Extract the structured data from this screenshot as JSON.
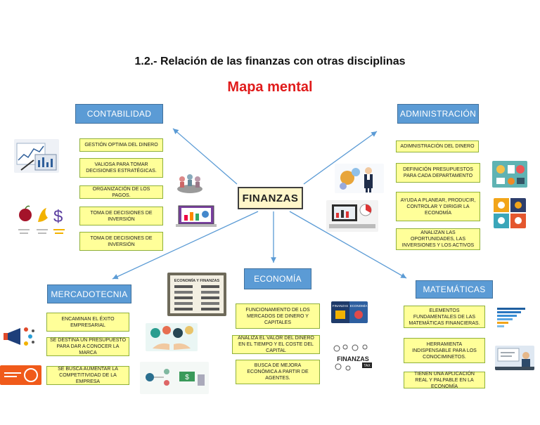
{
  "header": {
    "title": "1.2.- Relación de las finanzas con otras disciplinas",
    "subtitle": "Mapa mental"
  },
  "center": "FINANZAS",
  "colors": {
    "category_fill": "#5b9bd5",
    "item_fill": "#ffff99",
    "subtitle": "#e01b1b",
    "arrow": "#5b9bd5"
  },
  "branches": {
    "contabilidad": {
      "label": "CONTABILIDAD",
      "items": [
        "GESTIÓN OPTIMA DEL DINERO",
        "VALIOSA PARA TOMAR DECISIONES ESTRATÉGICAS.",
        "ORGANIZACIÓN DE LOS PAGOS.",
        "TOMA DE DECISIONES DE INVERSIÓN",
        "TOMA DE DECISIONES DE INVERSIÓN"
      ]
    },
    "administracion": {
      "label": "ADMINISTRACIÓN",
      "items": [
        "ADIMNISTRACIÓN DEL DINERO",
        "DEFINICIÓN PRESUPUESTOS PARA CADA DEPARTAMENTO",
        "AYUDA A PLANEAR, PRODUCIR, CONTROLAR Y DIRIGIR LA ECONOMÍA",
        "ANALIZAN LAS OPORTUNIDADES, LAS INVERSIONES Y LOS ACTIVOS"
      ]
    },
    "mercadotecnia": {
      "label": "MERCADOTECNIA",
      "items": [
        "ENCAMINAN EL ÉXITO EMPRESARIAL",
        "SE DESTINA UN PRESUPUESTO PARA DAR A CONOCER LA MARCA",
        "SE BUSCA AUMENTAR LA COMPETITIVIDAD DE LA EMPRESA"
      ]
    },
    "economia": {
      "label": "ECONOMÍA",
      "items": [
        "FUNCIONAMIENTO DE LOS MERCADOS DE DINERO Y CAPITALES",
        "ANALIZA EL VALOR DEL DINERO EN EL TIEMPO Y EL COSTE DEL CAPITAL",
        "BUSCA DE MEJORA ECONÓMICA A PARTIR DE AGENTES."
      ]
    },
    "matematicas": {
      "label": "MATEMÁTICAS",
      "items": [
        "ELEMENTOS FUNDAMENTALES DE LAS MATEMÁTICAS FINANCIERAS.",
        "HERRAMIENTA INDISPENSABLE PARA LOS CONOCIMINETOS.",
        "TIENEN UNA APLICACIÓN REAL Y PALPABLE EN LA ECONOMÍA"
      ]
    }
  },
  "image_text": {
    "economia_y_finanzas": "ECONOMÍA Y FINANZAS",
    "finanzas": "FINANZAS",
    "economia": "ECONOMÍA",
    "finanzas_tax": "FINANZAS",
    "tax": "TAX"
  }
}
